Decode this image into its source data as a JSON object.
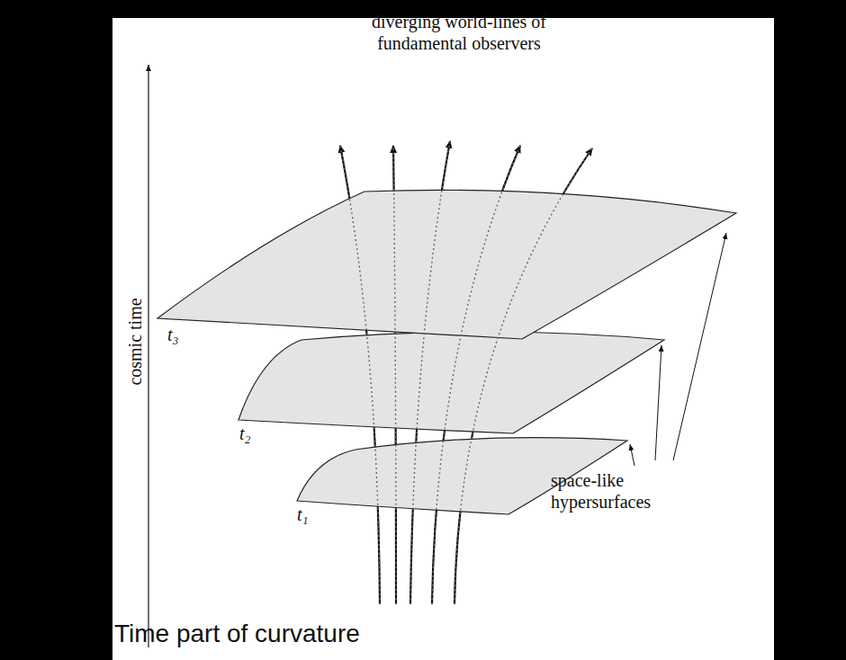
{
  "diagram": {
    "labels": [
      "diverging world-lines of fundamental observers",
      "cosmic time",
      "t₃",
      "t₂",
      "t₁",
      "space-like hypersurfaces",
      "Time part of curvature"
    ]
  }
}
